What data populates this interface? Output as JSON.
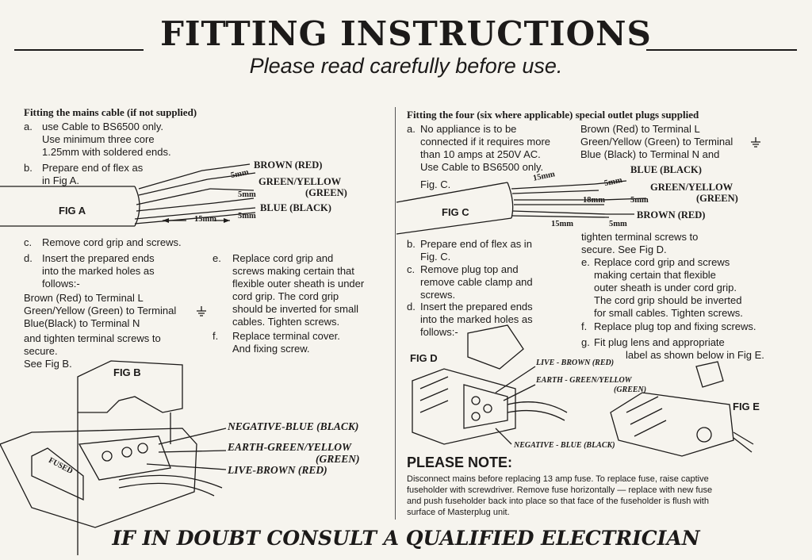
{
  "title": "FITTING INSTRUCTIONS",
  "subtitle": "Please read carefully before use.",
  "left": {
    "heading": "Fitting the mains cable (if not supplied)",
    "a": [
      "a.",
      "use Cable to BS6500 only.",
      "Use minimum three core",
      "1.25mm with soldered ends."
    ],
    "b": [
      "b.",
      "Prepare end of flex as",
      "in Fig A."
    ],
    "fig_a": {
      "label": "FIG A",
      "brown": "BROWN (RED)",
      "gy1": "GREEN/YELLOW",
      "gy2": "(GREEN)",
      "blue": "BLUE (BLACK)",
      "m1": "5mm",
      "m2": "5mm",
      "m3": "5mm",
      "len": "15mm"
    },
    "c": [
      "c.",
      "Remove cord grip and screws."
    ],
    "d": [
      "d.",
      "Insert the prepared ends",
      "into the marked holes as",
      "follows:-"
    ],
    "wiring": [
      "Brown (Red) to Terminal L",
      "Green/Yellow (Green) to Terminal",
      "Blue(Black) to Terminal N"
    ],
    "tighten": [
      "and tighten terminal screws to",
      "secure.",
      "See Fig B."
    ],
    "e": [
      "e.",
      "Replace cord grip and",
      "screws making certain that",
      "flexible outer sheath is under",
      "cord grip. The cord grip",
      "should be inverted for small",
      "cables. Tighten screws."
    ],
    "f": [
      "f.",
      "Replace terminal cover.",
      "And fixing screw."
    ],
    "fig_b": {
      "label": "FIG B",
      "neg": "NEGATIVE-BLUE (BLACK)",
      "earth": "EARTH-GREEN/YELLOW",
      "earth2": "(GREEN)",
      "live": "LIVE-BROWN (RED)",
      "fused": "FUSED"
    }
  },
  "right": {
    "heading": "Fitting the four (six where applicable) special outlet plugs supplied",
    "a": [
      "a.",
      "No appliance is to be",
      "connected if it requires more",
      "than 10 amps at 250V AC.",
      "Use Cable to BS6500 only."
    ],
    "wiring": [
      "Brown (Red) to Terminal L",
      "Green/Yellow (Green) to Terminal",
      "Blue (Black) to Terminal N and"
    ],
    "fig_c": {
      "caption": "Fig. C.",
      "label": "FIG C",
      "blue": "BLUE (BLACK)",
      "gy1": "GREEN/YELLOW",
      "gy2": "(GREEN)",
      "brown": "BROWN (RED)",
      "m15a": "15mm",
      "m5a": "5mm",
      "m18": "18mm",
      "m5b": "5mm",
      "m15b": "15mm",
      "m5c": "5mm"
    },
    "b": [
      "b.",
      "Prepare end of flex as in",
      "Fig. C."
    ],
    "c": [
      "c.",
      "Remove plug top and",
      "remove cable clamp and",
      "screws."
    ],
    "d": [
      "d.",
      "Insert the prepared ends",
      "into the marked holes as",
      "follows:-"
    ],
    "tighten": [
      "tighten terminal screws to",
      "secure. See Fig D."
    ],
    "e": [
      "e.",
      "Replace cord grip and screws",
      "making certain that flexible",
      "outer sheath is under cord grip.",
      "The cord grip should be inverted",
      "for small cables. Tighten screws."
    ],
    "f": [
      "f.",
      "Replace plug top and fixing screws."
    ],
    "g": [
      "g.",
      "Fit plug lens and appropriate",
      "label as shown below in Fig E."
    ],
    "fig_d": {
      "label": "FIG D",
      "live": "LIVE - BROWN (RED)",
      "earth": "EARTH - GREEN/YELLOW",
      "earth2": "(GREEN)",
      "neg": "NEGATIVE - BLUE (BLACK)"
    },
    "fig_e": {
      "label": "FIG E"
    }
  },
  "note": {
    "title": "PLEASE NOTE:",
    "lines": [
      "Disconnect mains before replacing 13 amp fuse. To replace fuse, raise captive",
      "fuseholder with screwdriver. Remove fuse horizontally — replace with new fuse",
      "and push fuseholder back into place so that face of the fuseholder is flush with",
      "surface of Masterplug unit."
    ]
  },
  "footer": "IF IN DOUBT CONSULT A QUALIFIED ELECTRICIAN",
  "colors": {
    "ink": "#1c1a19",
    "paper": "#f6f4ee"
  },
  "icons": [
    "earth-symbol-icon"
  ]
}
